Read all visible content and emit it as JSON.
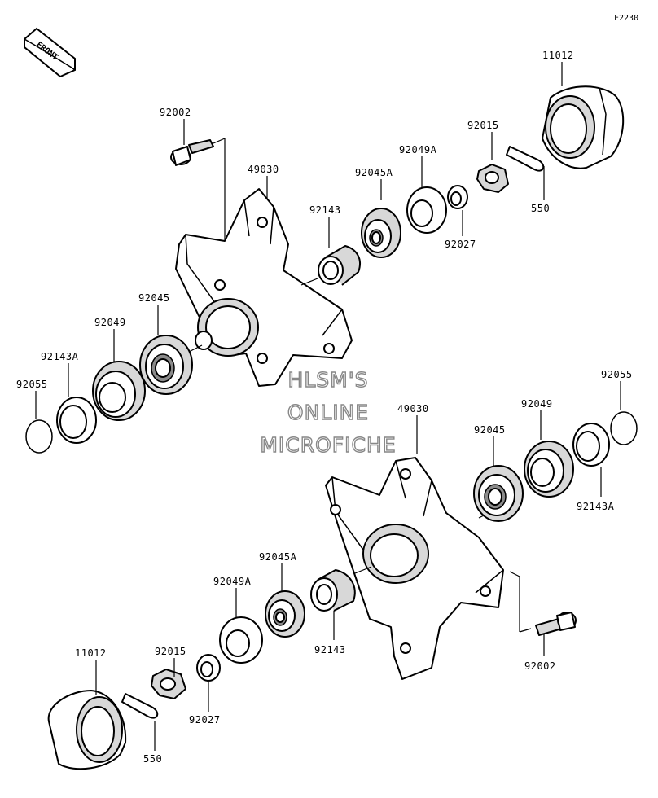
{
  "figure_code": "F2230",
  "front_label": "FRONT",
  "watermark": [
    "HLSM'S",
    "ONLINE",
    "MICROFICHE"
  ],
  "parts": {
    "p11012_top": "11012",
    "p92002_top": "92002",
    "p49030_top": "49030",
    "p92015_top": "92015",
    "p92049A_top": "92049A",
    "p92045A_top": "92045A",
    "p92143_top": "92143",
    "p550_top": "550",
    "p92027_top": "92027",
    "p92045_top": "92045",
    "p92049_top": "92049",
    "p92143A_top": "92143A",
    "p92055_left": "92055",
    "p92055_right": "92055",
    "p49030_bot": "49030",
    "p92049_bot": "92049",
    "p92045_bot": "92045",
    "p92143A_bot": "92143A",
    "p92045A_bot": "92045A",
    "p92049A_bot": "92049A",
    "p92015_bot": "92015",
    "p92143_bot": "92143",
    "p11012_bot": "11012",
    "p92002_bot": "92002",
    "p92027_bot": "92027",
    "p550_bot": "550"
  }
}
